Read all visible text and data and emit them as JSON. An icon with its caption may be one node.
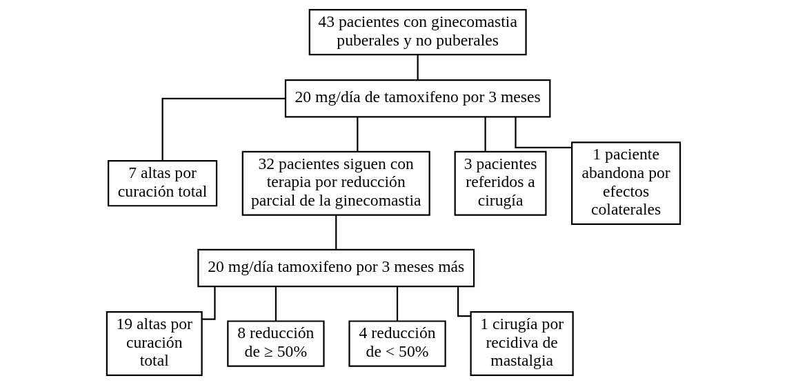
{
  "diagram": {
    "nodes": [
      {
        "text": [
          "43 pacientes con ginecomastia puberales y no puberales"
        ]
      },
      {
        "text": [
          "20 mg/día de tamoxifeno por 3 meses"
        ]
      },
      {
        "text": [
          "7 altas por curación total"
        ]
      },
      {
        "text": [
          "32 pacientes siguen con terapia por reducción parcial de la ginecomastia"
        ]
      },
      {
        "text": [
          "3 pacientes referidos a cirugía"
        ]
      },
      {
        "text": [
          "1 paciente abandona por efectos colaterales"
        ]
      },
      {
        "text": [
          "20 mg/día tamoxifeno por 3 meses más"
        ]
      },
      {
        "text": [
          "19 altas por curación total"
        ]
      },
      {
        "text": [
          "8 reducción de ≥ 50%"
        ]
      },
      {
        "text": [
          "4 reducción de < 50%"
        ]
      },
      {
        "text": [
          "1 cirugía por recidiva de mastalgia"
        ]
      }
    ],
    "edges": [
      {
        "from": 0,
        "to": 1,
        "arrow": "none"
      },
      {
        "from": 1,
        "to": 2,
        "arrow": "none"
      },
      {
        "from": 1,
        "to": 3,
        "arrow": "none"
      },
      {
        "from": 1,
        "to": 4,
        "arrow": "none"
      },
      {
        "from": 1,
        "to": 5,
        "arrow": "none"
      },
      {
        "from": 3,
        "to": 6,
        "arrow": "none"
      },
      {
        "from": 6,
        "to": 7,
        "arrow": "none"
      },
      {
        "from": 6,
        "to": 8,
        "arrow": "none"
      },
      {
        "from": 6,
        "to": 9,
        "arrow": "none"
      },
      {
        "from": 6,
        "to": 10,
        "arrow": "none"
      }
    ]
  }
}
